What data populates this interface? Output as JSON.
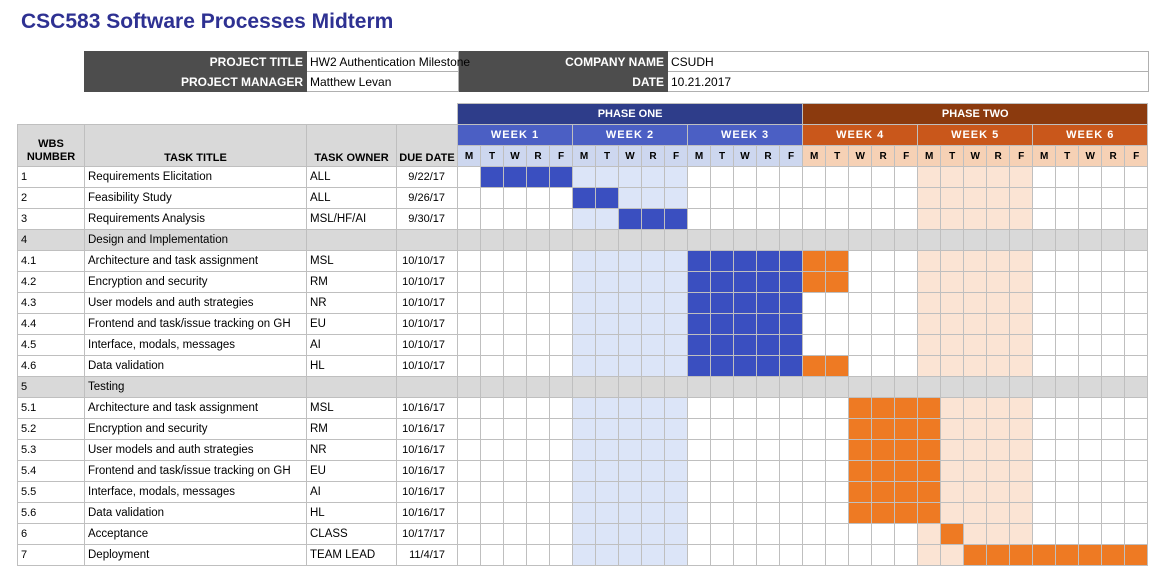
{
  "title": "CSC583 Software Processes Midterm",
  "project_info": {
    "project_title_label": "PROJECT TITLE",
    "project_title": "HW2 Authentication Milestone",
    "company_name_label": "COMPANY NAME",
    "company_name": "CSUDH",
    "project_manager_label": "PROJECT MANAGER",
    "project_manager": "Matthew Levan",
    "date_label": "DATE",
    "date": "10.21.2017"
  },
  "headers": {
    "wbs": "WBS NUMBER",
    "task": "TASK TITLE",
    "owner": "TASK OWNER",
    "due": "DUE DATE"
  },
  "phases": [
    {
      "label": "PHASE ONE"
    },
    {
      "label": "PHASE TWO"
    }
  ],
  "weeks": [
    "WEEK 1",
    "WEEK 2",
    "WEEK 3",
    "WEEK 4",
    "WEEK 5",
    "WEEK 6"
  ],
  "days": [
    "M",
    "T",
    "W",
    "R",
    "F"
  ],
  "colors": {
    "phase_one": "#2e3d8a",
    "phase_two": "#8b3a0e",
    "week_phase_one": "#4b5fc4",
    "week_phase_two": "#c9571b",
    "bar_phase_one": "#3a4fc0",
    "bar_phase_two": "#ee7a23",
    "title": "#2e3192"
  },
  "tasks": [
    {
      "wbs": "1",
      "title": "Requirements Elicitation",
      "owner": "ALL",
      "due": "9/22/17",
      "group": false,
      "bar": [
        1,
        4
      ]
    },
    {
      "wbs": "2",
      "title": "Feasibility Study",
      "owner": "ALL",
      "due": "9/26/17",
      "group": false,
      "bar": [
        5,
        6
      ]
    },
    {
      "wbs": "3",
      "title": "Requirements Analysis",
      "owner": "MSL/HF/AI",
      "due": "9/30/17",
      "group": false,
      "bar": [
        7,
        9
      ]
    },
    {
      "wbs": "4",
      "title": "Design and Implementation",
      "owner": "",
      "due": "",
      "group": true,
      "bar": null
    },
    {
      "wbs": "4.1",
      "title": "Architecture and task assignment",
      "owner": "MSL",
      "due": "10/10/17",
      "group": false,
      "bar": [
        10,
        16
      ]
    },
    {
      "wbs": "4.2",
      "title": "Encryption and security",
      "owner": "RM",
      "due": "10/10/17",
      "group": false,
      "bar": [
        10,
        16
      ]
    },
    {
      "wbs": "4.3",
      "title": "User models and auth strategies",
      "owner": "NR",
      "due": "10/10/17",
      "group": false,
      "bar": [
        10,
        14
      ]
    },
    {
      "wbs": "4.4",
      "title": "Frontend and task/issue tracking on GH",
      "owner": "EU",
      "due": "10/10/17",
      "group": false,
      "bar": [
        10,
        14
      ]
    },
    {
      "wbs": "4.5",
      "title": "Interface, modals, messages",
      "owner": "AI",
      "due": "10/10/17",
      "group": false,
      "bar": [
        10,
        14
      ]
    },
    {
      "wbs": "4.6",
      "title": "Data validation",
      "owner": "HL",
      "due": "10/10/17",
      "group": false,
      "bar": [
        10,
        16
      ]
    },
    {
      "wbs": "5",
      "title": "Testing",
      "owner": "",
      "due": "",
      "group": true,
      "bar": null
    },
    {
      "wbs": "5.1",
      "title": "Architecture and task assignment",
      "owner": "MSL",
      "due": "10/16/17",
      "group": false,
      "bar": [
        17,
        20
      ]
    },
    {
      "wbs": "5.2",
      "title": "Encryption and security",
      "owner": "RM",
      "due": "10/16/17",
      "group": false,
      "bar": [
        17,
        20
      ]
    },
    {
      "wbs": "5.3",
      "title": "User models and auth strategies",
      "owner": "NR",
      "due": "10/16/17",
      "group": false,
      "bar": [
        17,
        20
      ]
    },
    {
      "wbs": "5.4",
      "title": "Frontend and task/issue tracking on GH",
      "owner": "EU",
      "due": "10/16/17",
      "group": false,
      "bar": [
        17,
        20
      ]
    },
    {
      "wbs": "5.5",
      "title": "Interface, modals, messages",
      "owner": "AI",
      "due": "10/16/17",
      "group": false,
      "bar": [
        17,
        20
      ]
    },
    {
      "wbs": "5.6",
      "title": "Data validation",
      "owner": "HL",
      "due": "10/16/17",
      "group": false,
      "bar": [
        17,
        20
      ]
    },
    {
      "wbs": "6",
      "title": "Acceptance",
      "owner": "CLASS",
      "due": "10/17/17",
      "group": false,
      "bar": [
        21,
        21
      ]
    },
    {
      "wbs": "7",
      "title": "Deployment",
      "owner": "TEAM LEAD",
      "due": "11/4/17",
      "group": false,
      "bar": [
        22,
        29
      ]
    }
  ]
}
